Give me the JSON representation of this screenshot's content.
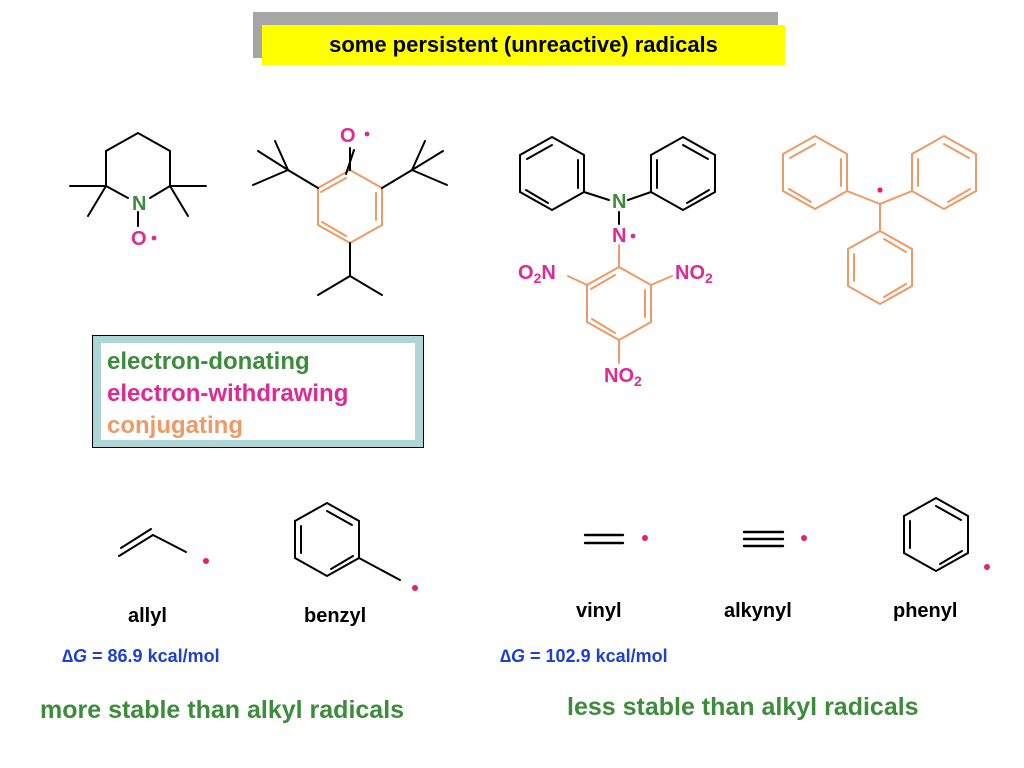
{
  "title": "some persistent (unreactive) radicals",
  "colors": {
    "title_bg": "#ffff00",
    "donating": "#3c8c3c",
    "withdrawing": "#dd2a94",
    "conjugating": "#ee9a66",
    "delta_g": "#1f3fd0",
    "radical_dot": "#e6206a",
    "bond": "#000000"
  },
  "molecules": {
    "tempo": {
      "n": "N",
      "o": "O"
    },
    "phenoxyl": {
      "o": "O"
    },
    "dpph": {
      "n1": "N",
      "n2": "N",
      "o2n": "O",
      "o2n_n": "N",
      "no2_right_n": "NO",
      "no2_right_sub": "2",
      "no2_bottom_n": "NO",
      "no2_bottom_sub": "2"
    },
    "trityl": {}
  },
  "legend": {
    "donating": "electron-donating",
    "withdrawing": "electron-withdrawing",
    "conjugating": "conjugating"
  },
  "radicals": {
    "allyl": "allyl",
    "benzyl": "benzyl",
    "vinyl": "vinyl",
    "alkynyl": "alkynyl",
    "phenyl": "phenyl"
  },
  "delta_g": {
    "symbol": "∆G",
    "left_value": " = 86.9 kcal/mol",
    "right_value": " = 102.9 kcal/mol"
  },
  "stability": {
    "left": "more stable than alkyl radicals",
    "right": "less stable than alkyl radicals"
  }
}
